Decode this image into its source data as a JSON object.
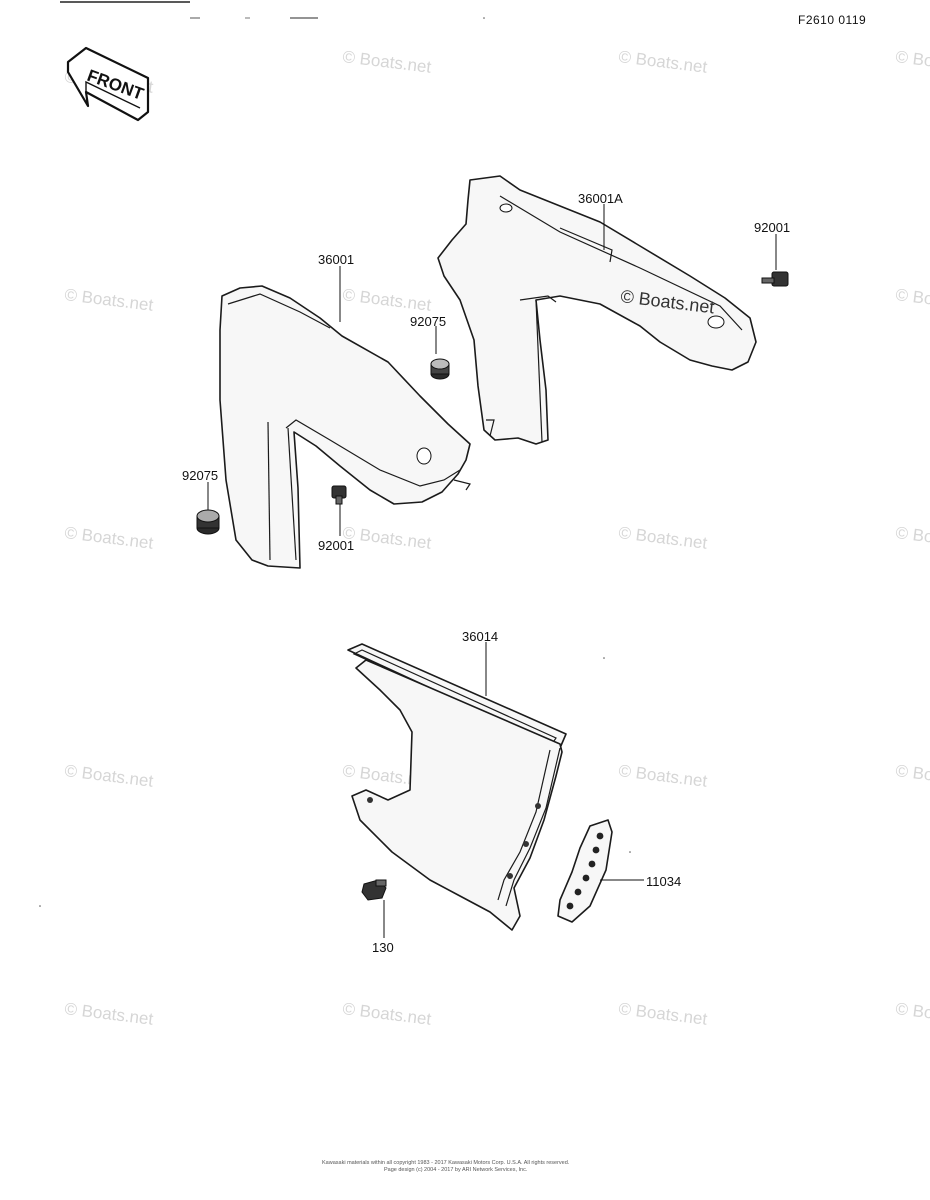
{
  "diagram_ref": "F2610 0119",
  "front_badge": "FRONT",
  "watermark": "© Boats.net",
  "inline_watermark": "© Boats.net",
  "labels": {
    "p36001A": "36001A",
    "p92001_top": "92001",
    "p36001": "36001",
    "p92075_mid": "92075",
    "p92075_left": "92075",
    "p92001_mid": "92001",
    "p36014": "36014",
    "p11034": "11034",
    "p130": "130"
  },
  "copyright": {
    "line1": "Kawasaki materials within all copyright 1983 - 2017 Kawasaki Motors Corp. U.S.A. All rights reserved.",
    "line2": "Page design (c) 2004 - 2017 by ARI Network Services, Inc."
  }
}
